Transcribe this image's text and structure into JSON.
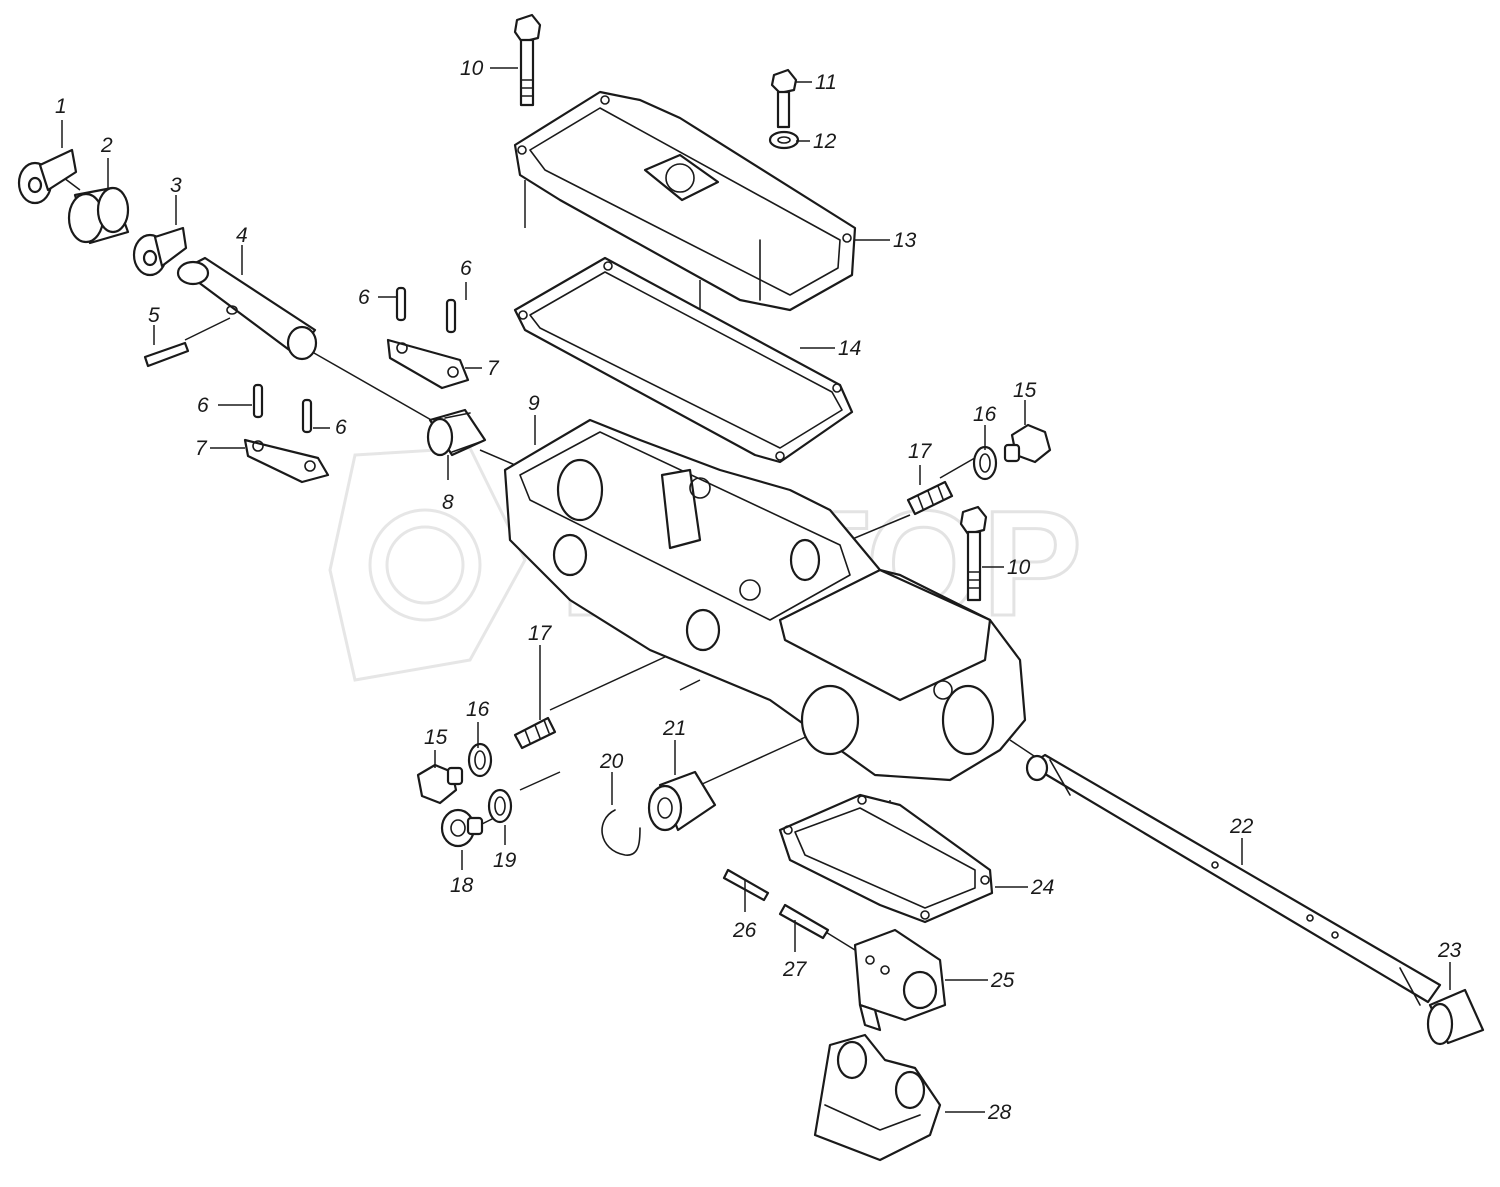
{
  "diagram": {
    "watermark_text": "DDTOP",
    "parts": [
      {
        "id": "1",
        "label": "1"
      },
      {
        "id": "2",
        "label": "2"
      },
      {
        "id": "3",
        "label": "3"
      },
      {
        "id": "4",
        "label": "4"
      },
      {
        "id": "5",
        "label": "5"
      },
      {
        "id": "6a",
        "label": "6"
      },
      {
        "id": "6b",
        "label": "6"
      },
      {
        "id": "6c",
        "label": "6"
      },
      {
        "id": "6d",
        "label": "6"
      },
      {
        "id": "7a",
        "label": "7"
      },
      {
        "id": "7b",
        "label": "7"
      },
      {
        "id": "8",
        "label": "8"
      },
      {
        "id": "9",
        "label": "9"
      },
      {
        "id": "10a",
        "label": "10"
      },
      {
        "id": "10b",
        "label": "10"
      },
      {
        "id": "11",
        "label": "11"
      },
      {
        "id": "12",
        "label": "12"
      },
      {
        "id": "13",
        "label": "13"
      },
      {
        "id": "14",
        "label": "14"
      },
      {
        "id": "15a",
        "label": "15"
      },
      {
        "id": "15b",
        "label": "15"
      },
      {
        "id": "16a",
        "label": "16"
      },
      {
        "id": "16b",
        "label": "16"
      },
      {
        "id": "17a",
        "label": "17"
      },
      {
        "id": "17b",
        "label": "17"
      },
      {
        "id": "18",
        "label": "18"
      },
      {
        "id": "19",
        "label": "19"
      },
      {
        "id": "20",
        "label": "20"
      },
      {
        "id": "21",
        "label": "21"
      },
      {
        "id": "22",
        "label": "22"
      },
      {
        "id": "23",
        "label": "23"
      },
      {
        "id": "24",
        "label": "24"
      },
      {
        "id": "25",
        "label": "25"
      },
      {
        "id": "26",
        "label": "26"
      },
      {
        "id": "27",
        "label": "27"
      },
      {
        "id": "28",
        "label": "28"
      }
    ]
  }
}
